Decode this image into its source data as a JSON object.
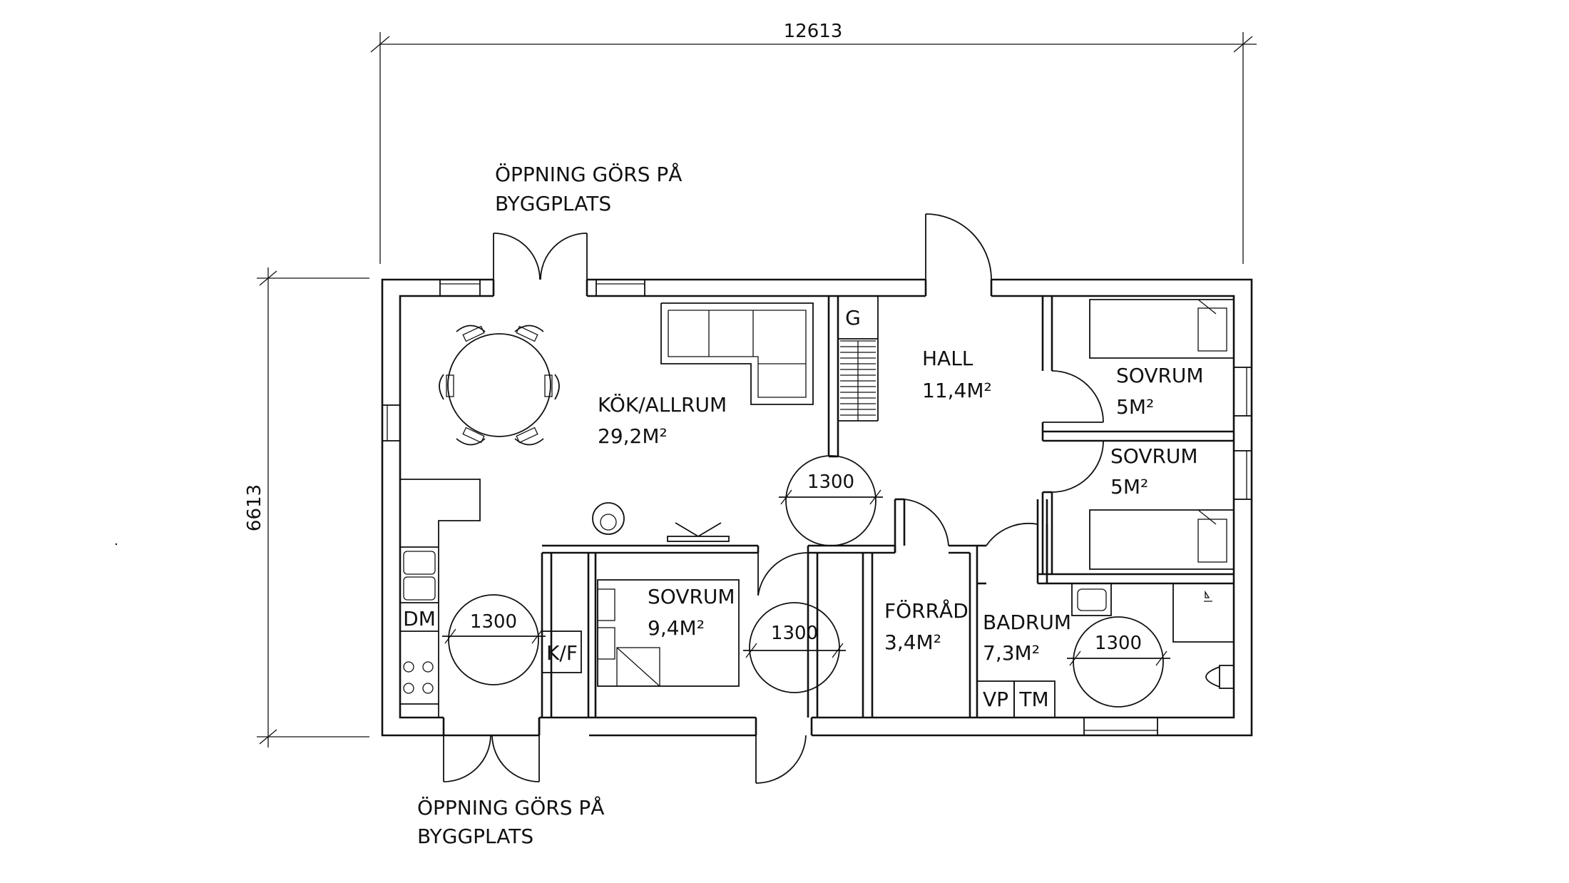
{
  "dimensions": {
    "width_label": "12613",
    "height_label": "6613"
  },
  "notes": {
    "top_opening_line1": "ÖPPNING GÖRS PÅ",
    "top_opening_line2": "BYGGPLATS",
    "bottom_opening_line1": "ÖPPNING GÖRS PÅ",
    "bottom_opening_line2": "BYGGPLATS"
  },
  "rooms": {
    "kitchen": {
      "name": "KÖK/ALLRUM",
      "area": "29,2M²"
    },
    "hall": {
      "name": "HALL",
      "area": "11,4M²"
    },
    "bedroom_top": {
      "name": "SOVRUM",
      "area": "5M²"
    },
    "bedroom_mid": {
      "name": "SOVRUM",
      "area": "5M²"
    },
    "bedroom_main": {
      "name": "SOVRUM",
      "area": "9,4M²"
    },
    "storage": {
      "name": "FÖRRÅD",
      "area": "3,4M²"
    },
    "bathroom": {
      "name": "BADRUM",
      "area": "7,3M²"
    }
  },
  "fixtures": {
    "wardrobe_g": "G",
    "dishwasher": "DM",
    "fridge_freezer": "K/F",
    "water_heater": "VP",
    "dryer": "TM"
  },
  "turning_circles": {
    "hall": "1300",
    "kitchen": "1300",
    "bedroom": "1300",
    "bathroom": "1300"
  }
}
